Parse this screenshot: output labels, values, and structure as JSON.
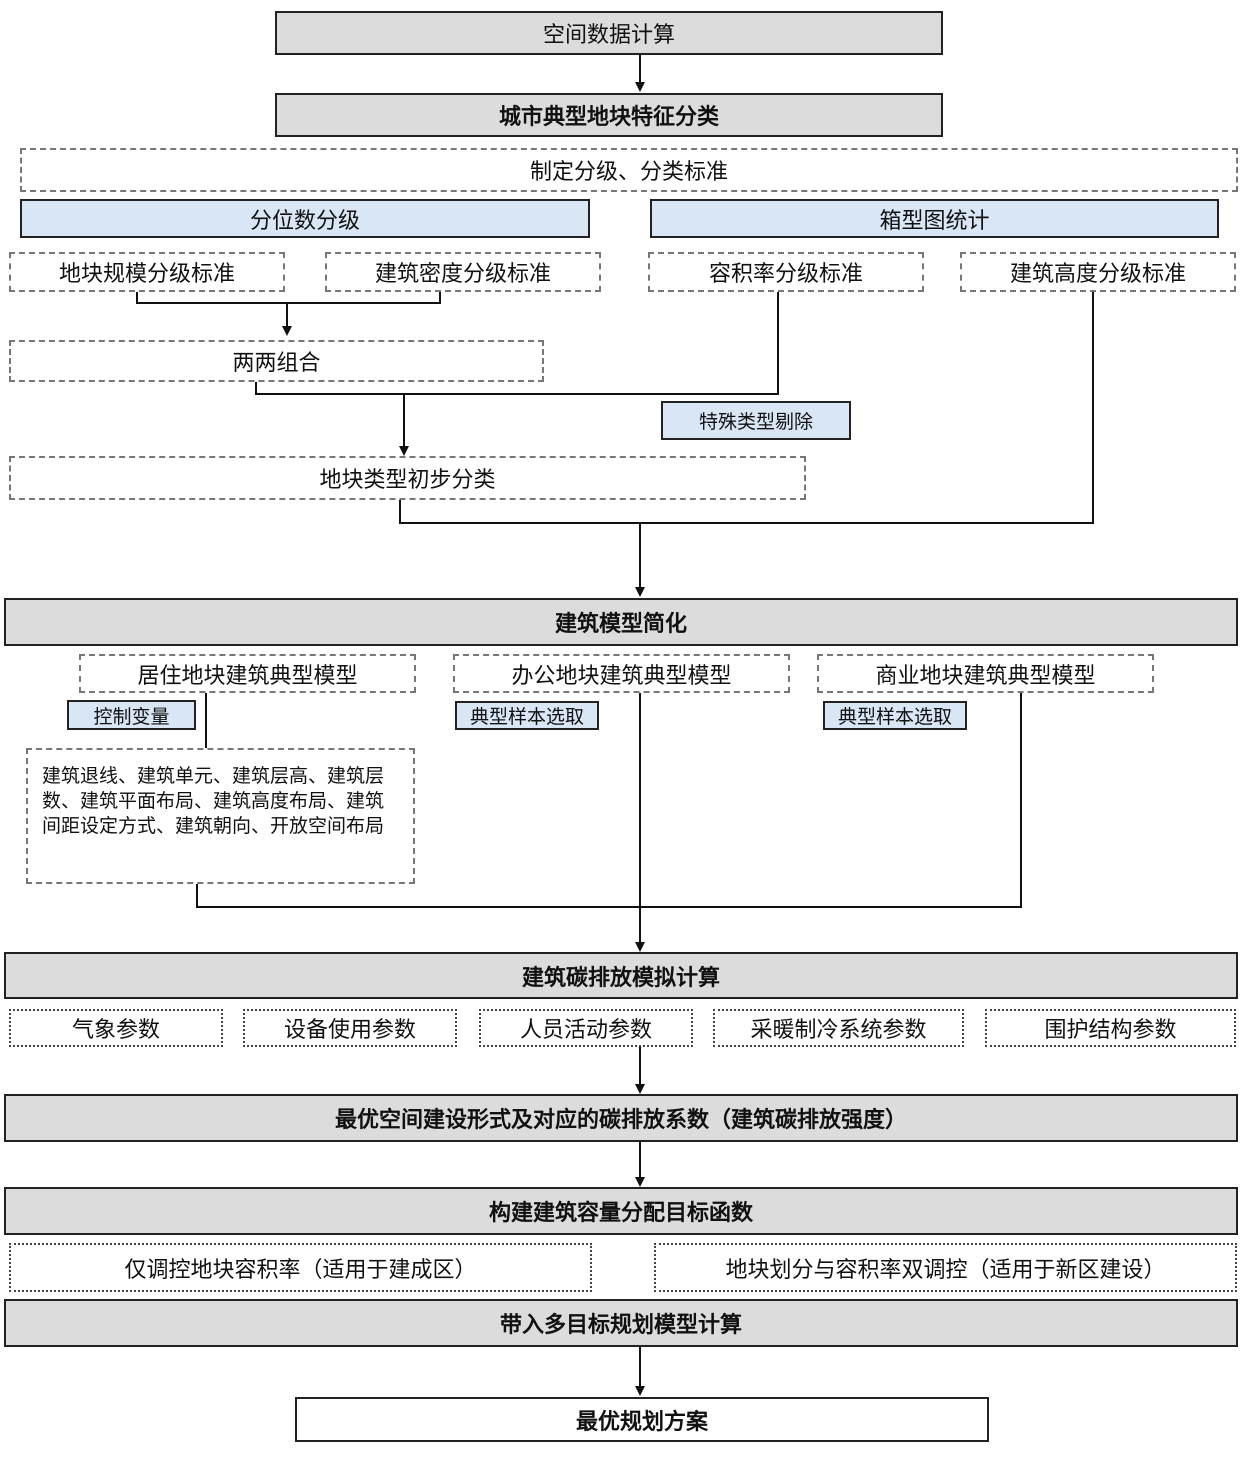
{
  "nodes": {
    "spatial_calc": "空间数据计算",
    "classification": "城市典型地块特征分类",
    "standards": "制定分级、分类标准",
    "quantile": "分位数分级",
    "boxplot": "箱型图统计",
    "plot_scale": "地块规模分级标准",
    "density": "建筑密度分级标准",
    "far": "容积率分级标准",
    "height": "建筑高度分级标准",
    "pairwise": "两两组合",
    "special_remove": "特殊类型剔除",
    "preliminary": "地块类型初步分类",
    "simplify": "建筑模型简化",
    "residential": "居住地块建筑典型模型",
    "office": "办公地块建筑典型模型",
    "commercial": "商业地块建筑典型模型",
    "control_var": "控制变量",
    "sample_office": "典型样本选取",
    "sample_commercial": "典型样本选取",
    "variables_text": "建筑退线、建筑单元、建筑层高、建筑层数、建筑平面布局、建筑高度布局、建筑间距设定方式、建筑朝向、开放空间布局",
    "carbon_sim": "建筑碳排放模拟计算",
    "weather": "气象参数",
    "equipment": "设备使用参数",
    "occupant": "人员活动参数",
    "hvac": "采暖制冷系统参数",
    "envelope": "围护结构参数",
    "optimal_form": "最优空间建设形式及对应的碳排放系数（建筑碳排放强度）",
    "objective": "构建建筑容量分配目标函数",
    "far_only": "仅调控地块容积率（适用于建成区）",
    "dual_control": "地块划分与容积率双调控（适用于新区建设）",
    "multi_objective": "带入多目标规划模型计算",
    "optimal_plan": "最优规划方案"
  }
}
